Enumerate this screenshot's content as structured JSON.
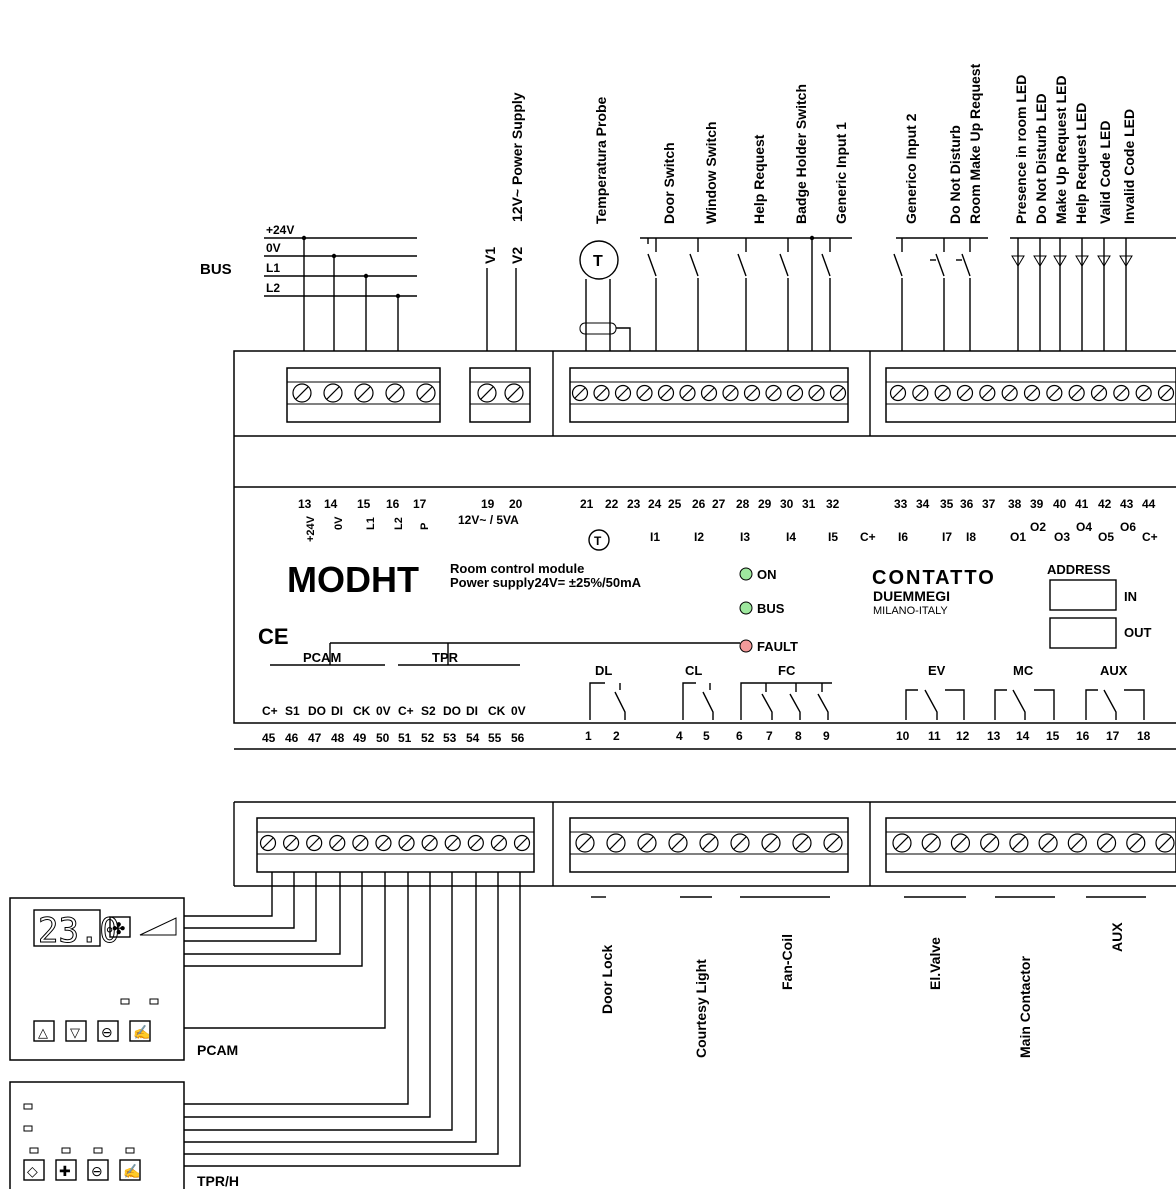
{
  "bus": {
    "label": "BUS",
    "lines": [
      "+24V",
      "0V",
      "L1",
      "L2"
    ]
  },
  "power": {
    "title": "12V~ Power Supply",
    "v1": "V1",
    "v2": "V2"
  },
  "probe": {
    "title": "Temperatura Probe",
    "symbol": "T"
  },
  "inputs_top": [
    "Door Switch",
    "Window Switch",
    "Help Request",
    "Badge Holder Switch",
    "Generic Input 1"
  ],
  "inputs_right": [
    "Generico Input 2",
    "Do Not Disturb",
    "Room Make Up Request"
  ],
  "leds_top": [
    "Presence in room LED",
    "Do Not Disturb LED",
    "Make Up Request LED",
    "Help Request LED",
    "Valid Code LED",
    "Invalid Code LED"
  ],
  "module": {
    "name": "MODHT",
    "desc1": "Room control module",
    "desc2": "Power supply24V=  ±25%/50mA",
    "ce": "CE",
    "brand": "CONTATTO",
    "brand2": "DUEMMEGI",
    "brand3": "MILANO-ITALY",
    "address": "ADDRESS",
    "addr_in": "IN",
    "addr_out": "OUT",
    "led_on": "ON",
    "led_bus": "BUS",
    "led_fault": "FAULT"
  },
  "terminals_top": {
    "power_nums": [
      "13",
      "14",
      "15",
      "16",
      "17"
    ],
    "power_names": [
      "+24V",
      "0V",
      "L1",
      "L2",
      "P"
    ],
    "supply_nums": [
      "19",
      "20"
    ],
    "supply_name": "12V~ / 5VA",
    "probe_nums": [
      "21",
      "22",
      "23"
    ],
    "in_nums": [
      "24",
      "25",
      "26",
      "27",
      "28",
      "29",
      "30",
      "31",
      "32"
    ],
    "in_names": [
      "I1",
      "I2",
      "I3",
      "I4",
      "I5",
      "C+"
    ],
    "in2_nums": [
      "33",
      "34",
      "35",
      "36",
      "37"
    ],
    "in2_names": [
      "I6",
      "I7",
      "I8"
    ],
    "out_nums": [
      "38",
      "39",
      "40",
      "41",
      "42",
      "43",
      "44"
    ],
    "out_names": [
      "O1",
      "O2",
      "O3",
      "O4",
      "O5",
      "O6",
      "C+"
    ]
  },
  "terminals_bottom": {
    "pcam_label": "PCAM",
    "tpr_label": "TPR",
    "bus_names": [
      "C+",
      "S1",
      "DO",
      "DI",
      "CK",
      "0V",
      "C+",
      "S2",
      "DO",
      "DI",
      "CK",
      "0V"
    ],
    "bus_nums": [
      "45",
      "46",
      "47",
      "48",
      "49",
      "50",
      "51",
      "52",
      "53",
      "54",
      "55",
      "56"
    ],
    "relays": [
      {
        "label": "DL",
        "nums": [
          "1",
          "2"
        ]
      },
      {
        "label": "CL",
        "nums": [
          "4",
          "5"
        ]
      },
      {
        "label": "FC",
        "nums": [
          "6",
          "7",
          "8",
          "9"
        ]
      },
      {
        "label": "EV",
        "nums": [
          "10",
          "11",
          "12"
        ]
      },
      {
        "label": "MC",
        "nums": [
          "13",
          "14",
          "15"
        ]
      },
      {
        "label": "AUX",
        "nums": [
          "16",
          "17",
          "18"
        ]
      }
    ]
  },
  "outputs_bottom": [
    "Door Lock",
    "Courtesy Light",
    "Fan-Coil",
    "El.Valve",
    "Main Contactor",
    "AUX"
  ],
  "panels": {
    "pcam_label": "PCAM",
    "pcam_display": "23.0",
    "tpr_label": "TPR/H"
  }
}
